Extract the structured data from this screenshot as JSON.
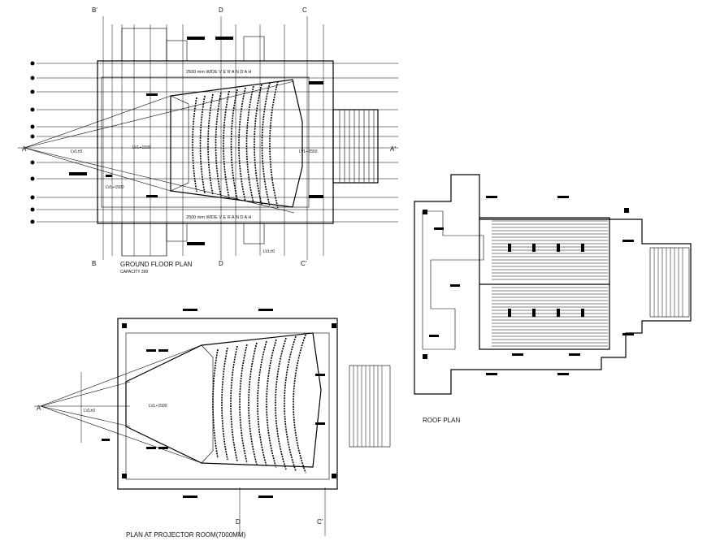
{
  "drawing": {
    "ground_floor": {
      "title": "GROUND FLOOR PLAN",
      "subtitle": "CAPACITY 300",
      "verandah_top": "2500 mm WIDE  V E R A N D A H",
      "verandah_bottom": "2500 mm WIDE  V E R A N D A H",
      "level_stage": "LVL+1500",
      "level_hall": "LVL+2550",
      "level_floor": "LVL±0",
      "level_lobby": "LVL+1500",
      "level_apron": "LVL±0",
      "grid_top": [
        "B'",
        "D",
        "C"
      ],
      "grid_bottom": [
        "B",
        "D",
        "C'"
      ],
      "section_left": "A",
      "section_right": "A'"
    },
    "projector_room": {
      "title": "PLAN AT PROJECTOR ROOM(7000MM)",
      "level_stage": "LVL+1500",
      "level_floor": "LVL±0",
      "section_left": "A",
      "grid_bottom": [
        "D",
        "C'"
      ]
    },
    "roof": {
      "title": "ROOF PLAN"
    }
  }
}
